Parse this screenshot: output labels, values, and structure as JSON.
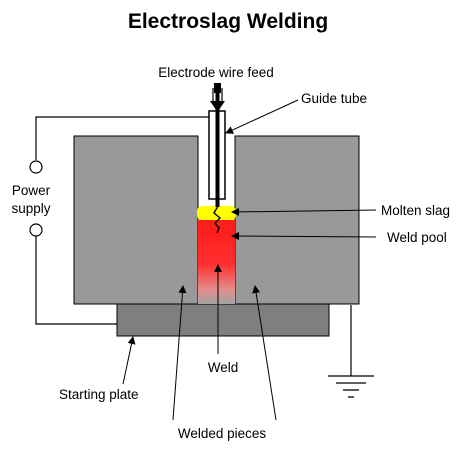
{
  "title": "Electroslag Welding",
  "labels": {
    "electrode_wire_feed": "Electrode wire feed",
    "guide_tube": "Guide tube",
    "power_supply_line1": "Power",
    "power_supply_line2": "supply",
    "molten_slag": "Molten slag",
    "weld_pool": "Weld pool",
    "weld": "Weld",
    "starting_plate": "Starting plate",
    "welded_pieces": "Welded pieces"
  },
  "colors": {
    "welded_piece": "#999999",
    "starting_plate": "#7f7f7f",
    "molten_slag": "#ffff00",
    "weld_pool": "#ff1e1e",
    "line": "#000000"
  }
}
